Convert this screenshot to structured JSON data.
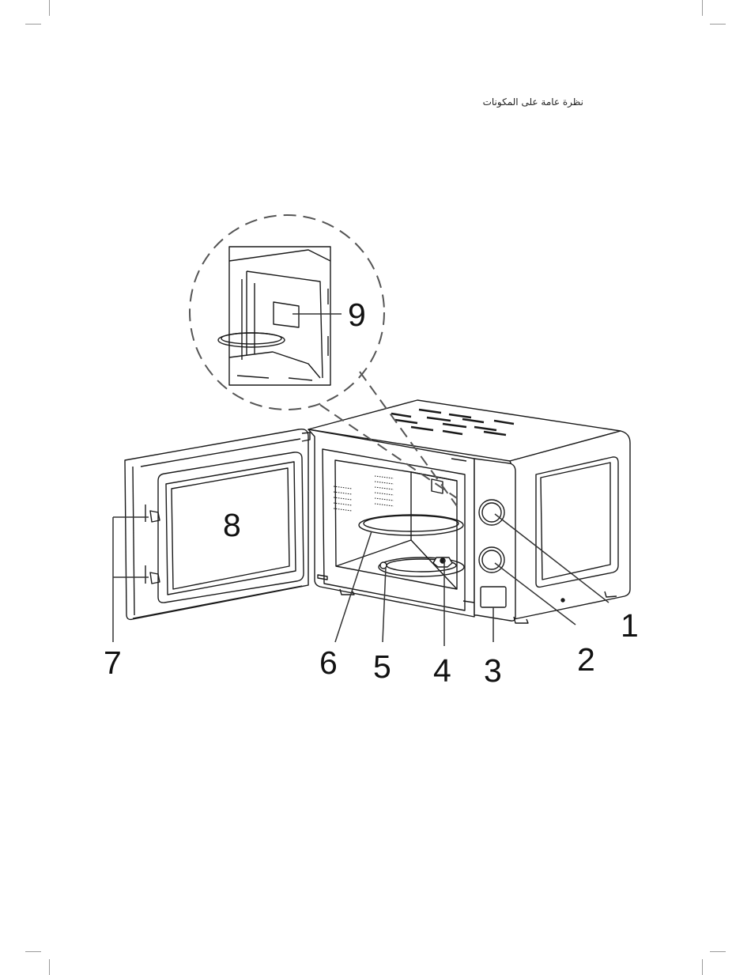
{
  "header": {
    "title": "نظرة عامة على المكونات"
  },
  "diagram": {
    "callouts": [
      {
        "label": "1",
        "part": "control-knob-upper"
      },
      {
        "label": "2",
        "part": "control-knob-lower"
      },
      {
        "label": "3",
        "part": "control-panel-display"
      },
      {
        "label": "4",
        "part": "turntable-coupler"
      },
      {
        "label": "5",
        "part": "roller-ring"
      },
      {
        "label": "6",
        "part": "glass-turntable"
      },
      {
        "label": "7",
        "part": "door-latches"
      },
      {
        "label": "8",
        "part": "door-window"
      },
      {
        "label": "9",
        "part": "waveguide-cover"
      }
    ]
  },
  "colors": {
    "line": "#1a1a1a",
    "leader": "#333333",
    "dash": "#555555"
  }
}
